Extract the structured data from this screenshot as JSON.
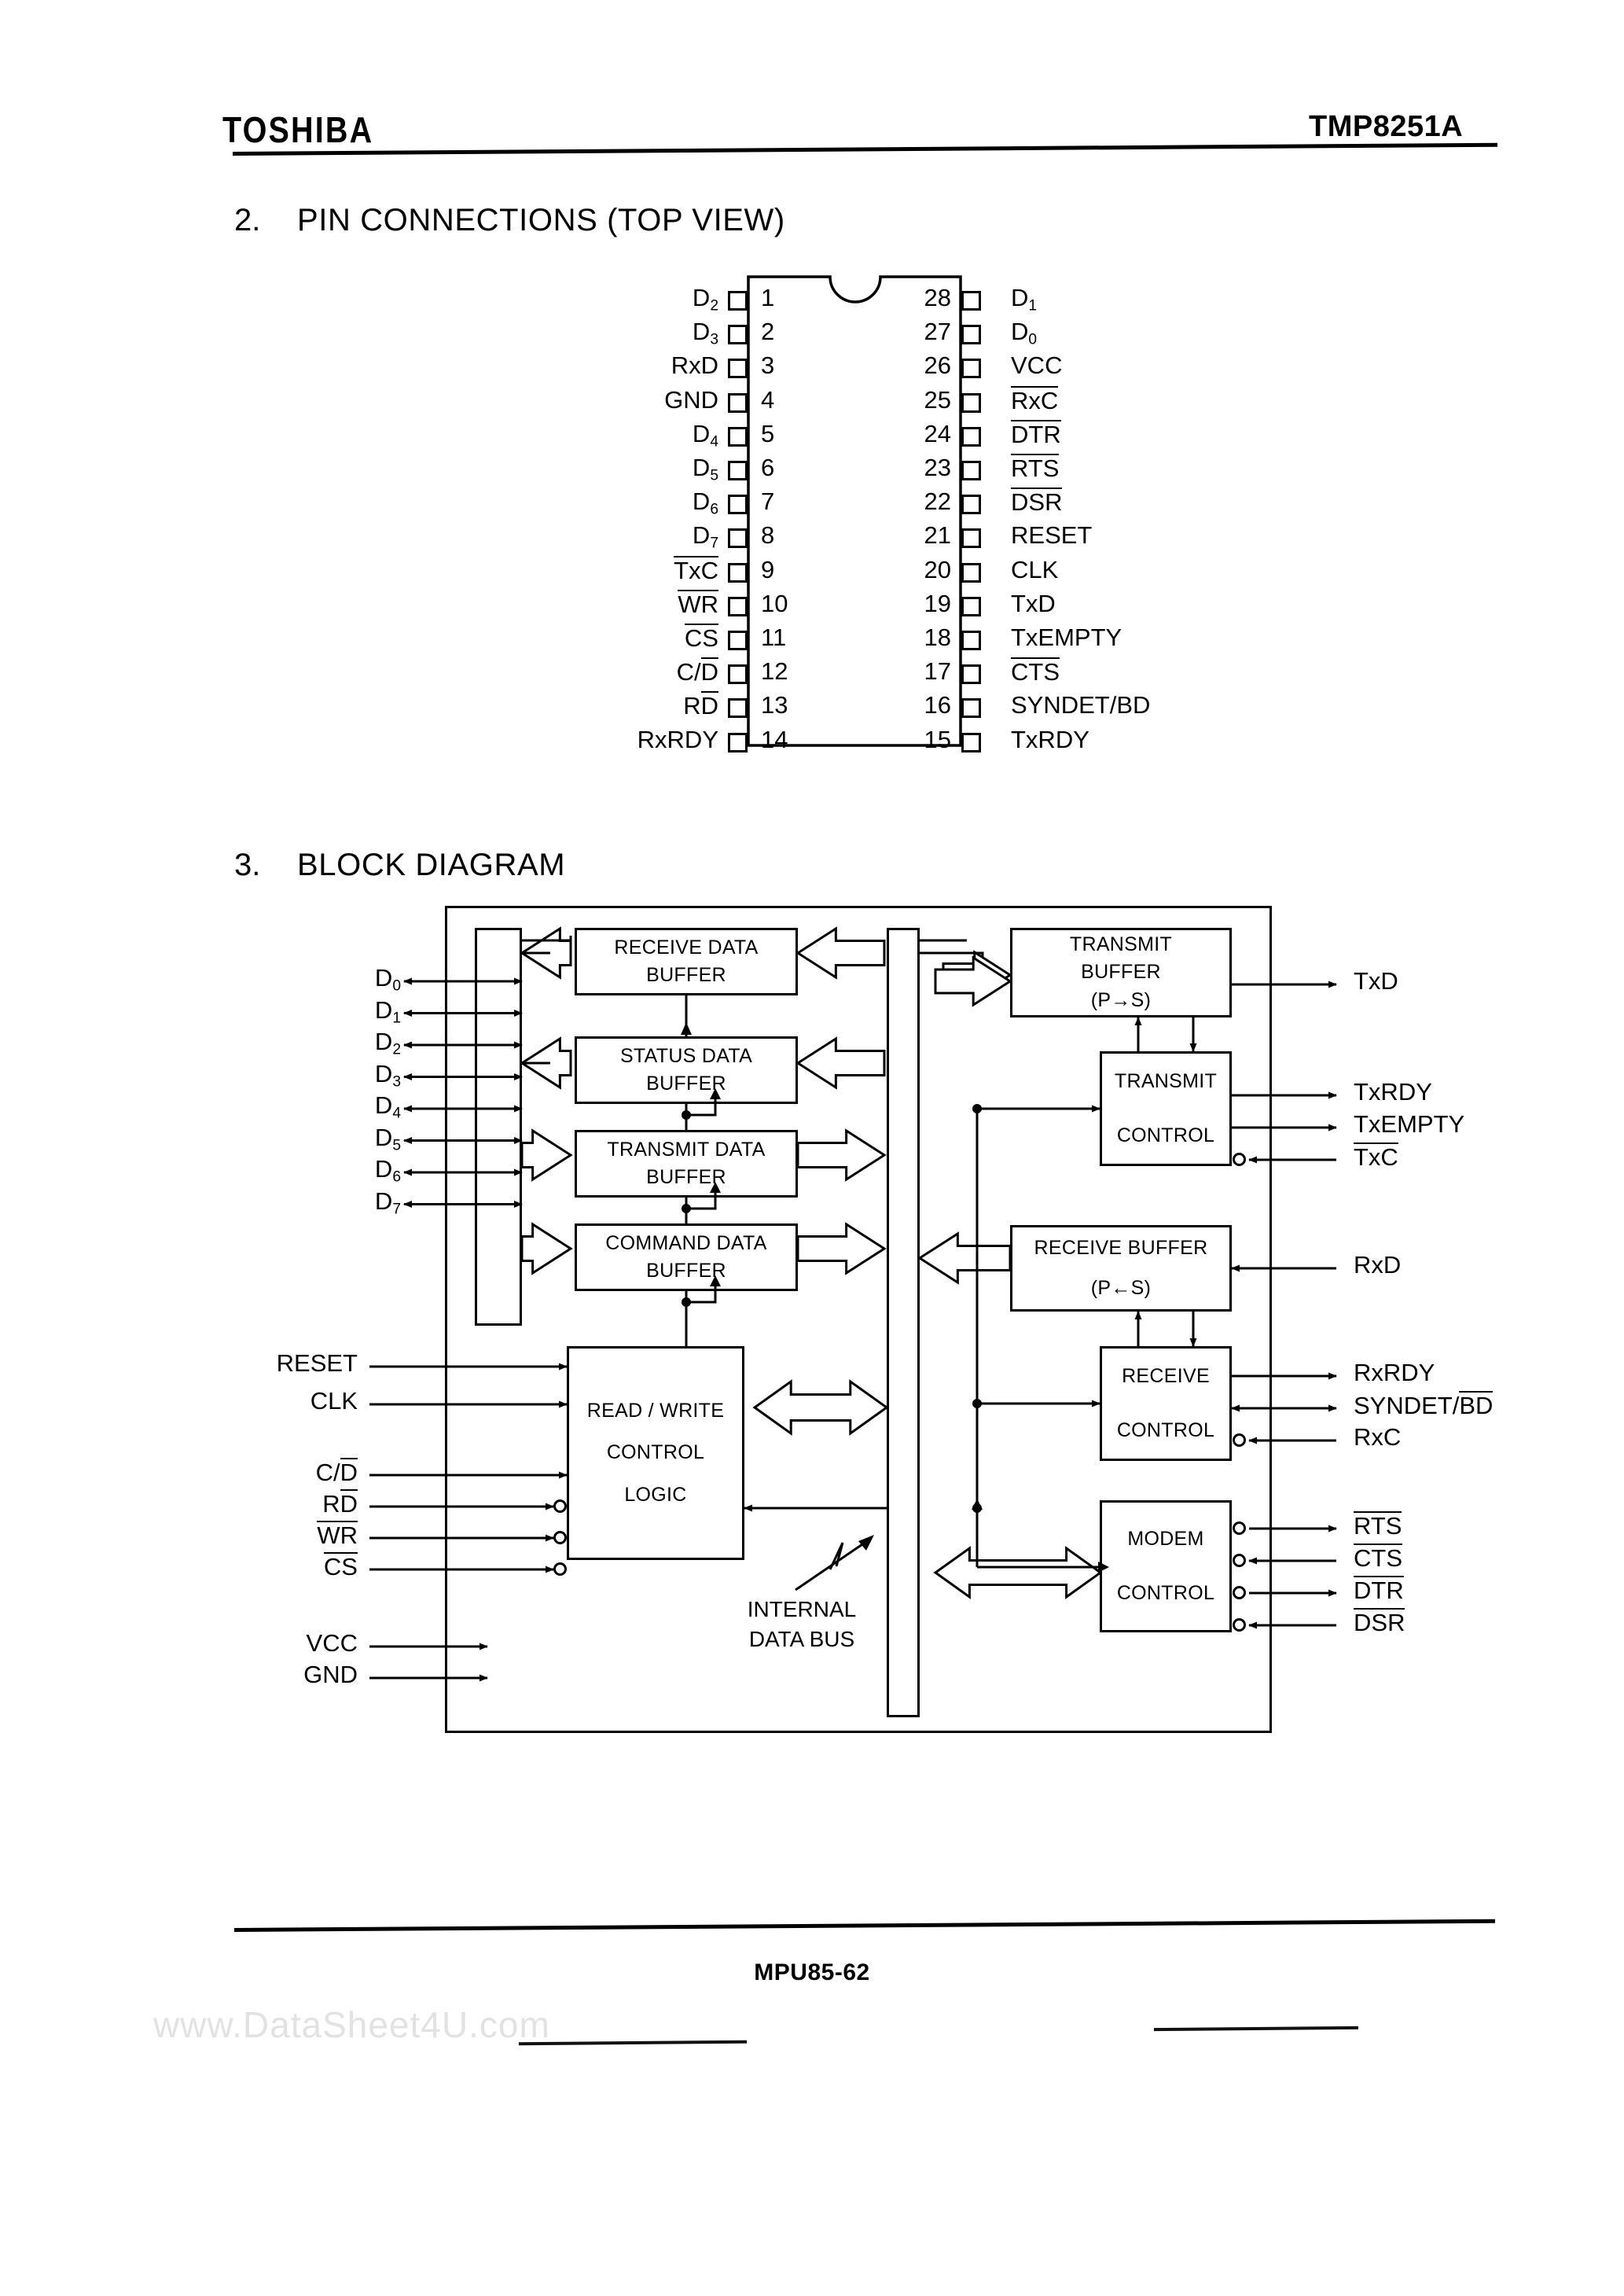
{
  "header": {
    "brand": "TOSHIBA",
    "part_number": "TMP8251A"
  },
  "footer": {
    "code": "MPU85-62",
    "watermark": "www.DataSheet4U.com"
  },
  "sections": [
    {
      "number": "2.",
      "title": "PIN CONNECTIONS (TOP VIEW)"
    },
    {
      "number": "3.",
      "title": "BLOCK DIAGRAM"
    }
  ],
  "pin_connections": {
    "package": "28-pin DIP, top view",
    "left_pins": [
      {
        "num": "1",
        "name": "D",
        "sub": "2",
        "overline": false
      },
      {
        "num": "2",
        "name": "D",
        "sub": "3",
        "overline": false
      },
      {
        "num": "3",
        "name": "RxD",
        "sub": "",
        "overline": false
      },
      {
        "num": "4",
        "name": "GND",
        "sub": "",
        "overline": false
      },
      {
        "num": "5",
        "name": "D",
        "sub": "4",
        "overline": false
      },
      {
        "num": "6",
        "name": "D",
        "sub": "5",
        "overline": false
      },
      {
        "num": "7",
        "name": "D",
        "sub": "6",
        "overline": false
      },
      {
        "num": "8",
        "name": "D",
        "sub": "7",
        "overline": false
      },
      {
        "num": "9",
        "name": "TxC",
        "sub": "",
        "overline": true
      },
      {
        "num": "10",
        "name": "WR",
        "sub": "",
        "overline": true
      },
      {
        "num": "11",
        "name": "CS",
        "sub": "",
        "overline": true
      },
      {
        "num": "12",
        "name": "C/D",
        "sub": "",
        "overline": "partial"
      },
      {
        "num": "13",
        "name": "RD",
        "sub": "",
        "overline": "partial"
      },
      {
        "num": "14",
        "name": "RxRDY",
        "sub": "",
        "overline": false
      }
    ],
    "right_pins": [
      {
        "num": "28",
        "name": "D",
        "sub": "1",
        "overline": false
      },
      {
        "num": "27",
        "name": "D",
        "sub": "0",
        "overline": false
      },
      {
        "num": "26",
        "name": "VCC",
        "sub": "",
        "overline": false
      },
      {
        "num": "25",
        "name": "RxC",
        "sub": "",
        "overline": true
      },
      {
        "num": "24",
        "name": "DTR",
        "sub": "",
        "overline": true
      },
      {
        "num": "23",
        "name": "RTS",
        "sub": "",
        "overline": true
      },
      {
        "num": "22",
        "name": "DSR",
        "sub": "",
        "overline": true
      },
      {
        "num": "21",
        "name": "RESET",
        "sub": "",
        "overline": false
      },
      {
        "num": "20",
        "name": "CLK",
        "sub": "",
        "overline": false
      },
      {
        "num": "19",
        "name": "TxD",
        "sub": "",
        "overline": false
      },
      {
        "num": "18",
        "name": "TxEMPTY",
        "sub": "",
        "overline": false
      },
      {
        "num": "17",
        "name": "CTS",
        "sub": "",
        "overline": true
      },
      {
        "num": "16",
        "name": "SYNDET/BD",
        "sub": "",
        "overline": false
      },
      {
        "num": "15",
        "name": "TxRDY",
        "sub": "",
        "overline": false
      }
    ]
  },
  "block_diagram": {
    "blocks": {
      "receive_data_buffer": {
        "line1": "RECEIVE DATA",
        "line2": "BUFFER"
      },
      "status_data_buffer": {
        "line1": "STATUS DATA",
        "line2": "BUFFER"
      },
      "transmit_data_buffer": {
        "line1": "TRANSMIT DATA",
        "line2": "BUFFER"
      },
      "command_data_buffer": {
        "line1": "COMMAND DATA",
        "line2": "BUFFER"
      },
      "read_write_logic": {
        "line1": "READ / WRITE",
        "line2": "CONTROL",
        "line3": "LOGIC"
      },
      "transmit_buffer": {
        "line1": "TRANSMIT",
        "line2": "BUFFER",
        "line3": "(P→S)"
      },
      "transmit_control": {
        "line1": "TRANSMIT",
        "line2": "CONTROL"
      },
      "receive_buffer": {
        "line1": "RECEIVE BUFFER",
        "line2": "(P←S)"
      },
      "receive_control": {
        "line1": "RECEIVE",
        "line2": "CONTROL"
      },
      "modem_control": {
        "line1": "MODEM",
        "line2": "CONTROL"
      }
    },
    "internal_bus_label": {
      "line1": "INTERNAL",
      "line2": "DATA BUS"
    },
    "data_bus_pins": [
      "D0",
      "D1",
      "D2",
      "D3",
      "D4",
      "D5",
      "D6",
      "D7"
    ],
    "left_signals": [
      {
        "name": "RESET",
        "overline": false,
        "bubble": false
      },
      {
        "name": "CLK",
        "overline": false,
        "bubble": false
      },
      {
        "name": "C/D",
        "overline": "partial",
        "bubble": false
      },
      {
        "name": "RD",
        "overline": "partial",
        "bubble": true
      },
      {
        "name": "WR",
        "overline": true,
        "bubble": true
      },
      {
        "name": "CS",
        "overline": true,
        "bubble": true
      },
      {
        "name": "VCC",
        "overline": false,
        "bubble": false
      },
      {
        "name": "GND",
        "overline": false,
        "bubble": false
      }
    ],
    "right_signals": [
      {
        "name": "TxD",
        "overline": false,
        "bubble": false
      },
      {
        "name": "TxRDY",
        "overline": false,
        "bubble": false
      },
      {
        "name": "TxEMPTY",
        "overline": false,
        "bubble": false
      },
      {
        "name": "TxC",
        "overline": true,
        "bubble": true
      },
      {
        "name": "RxD",
        "overline": false,
        "bubble": false
      },
      {
        "name": "RxRDY",
        "overline": false,
        "bubble": false
      },
      {
        "name": "SYNDET/BD",
        "overline": "suffix2",
        "bubble": false
      },
      {
        "name": "RxC",
        "overline": false,
        "bubble": true
      },
      {
        "name": "RTS",
        "overline": true,
        "bubble": true
      },
      {
        "name": "CTS",
        "overline": true,
        "bubble": true
      },
      {
        "name": "DTR",
        "overline": true,
        "bubble": true
      },
      {
        "name": "DSR",
        "overline": true,
        "bubble": true
      }
    ]
  }
}
